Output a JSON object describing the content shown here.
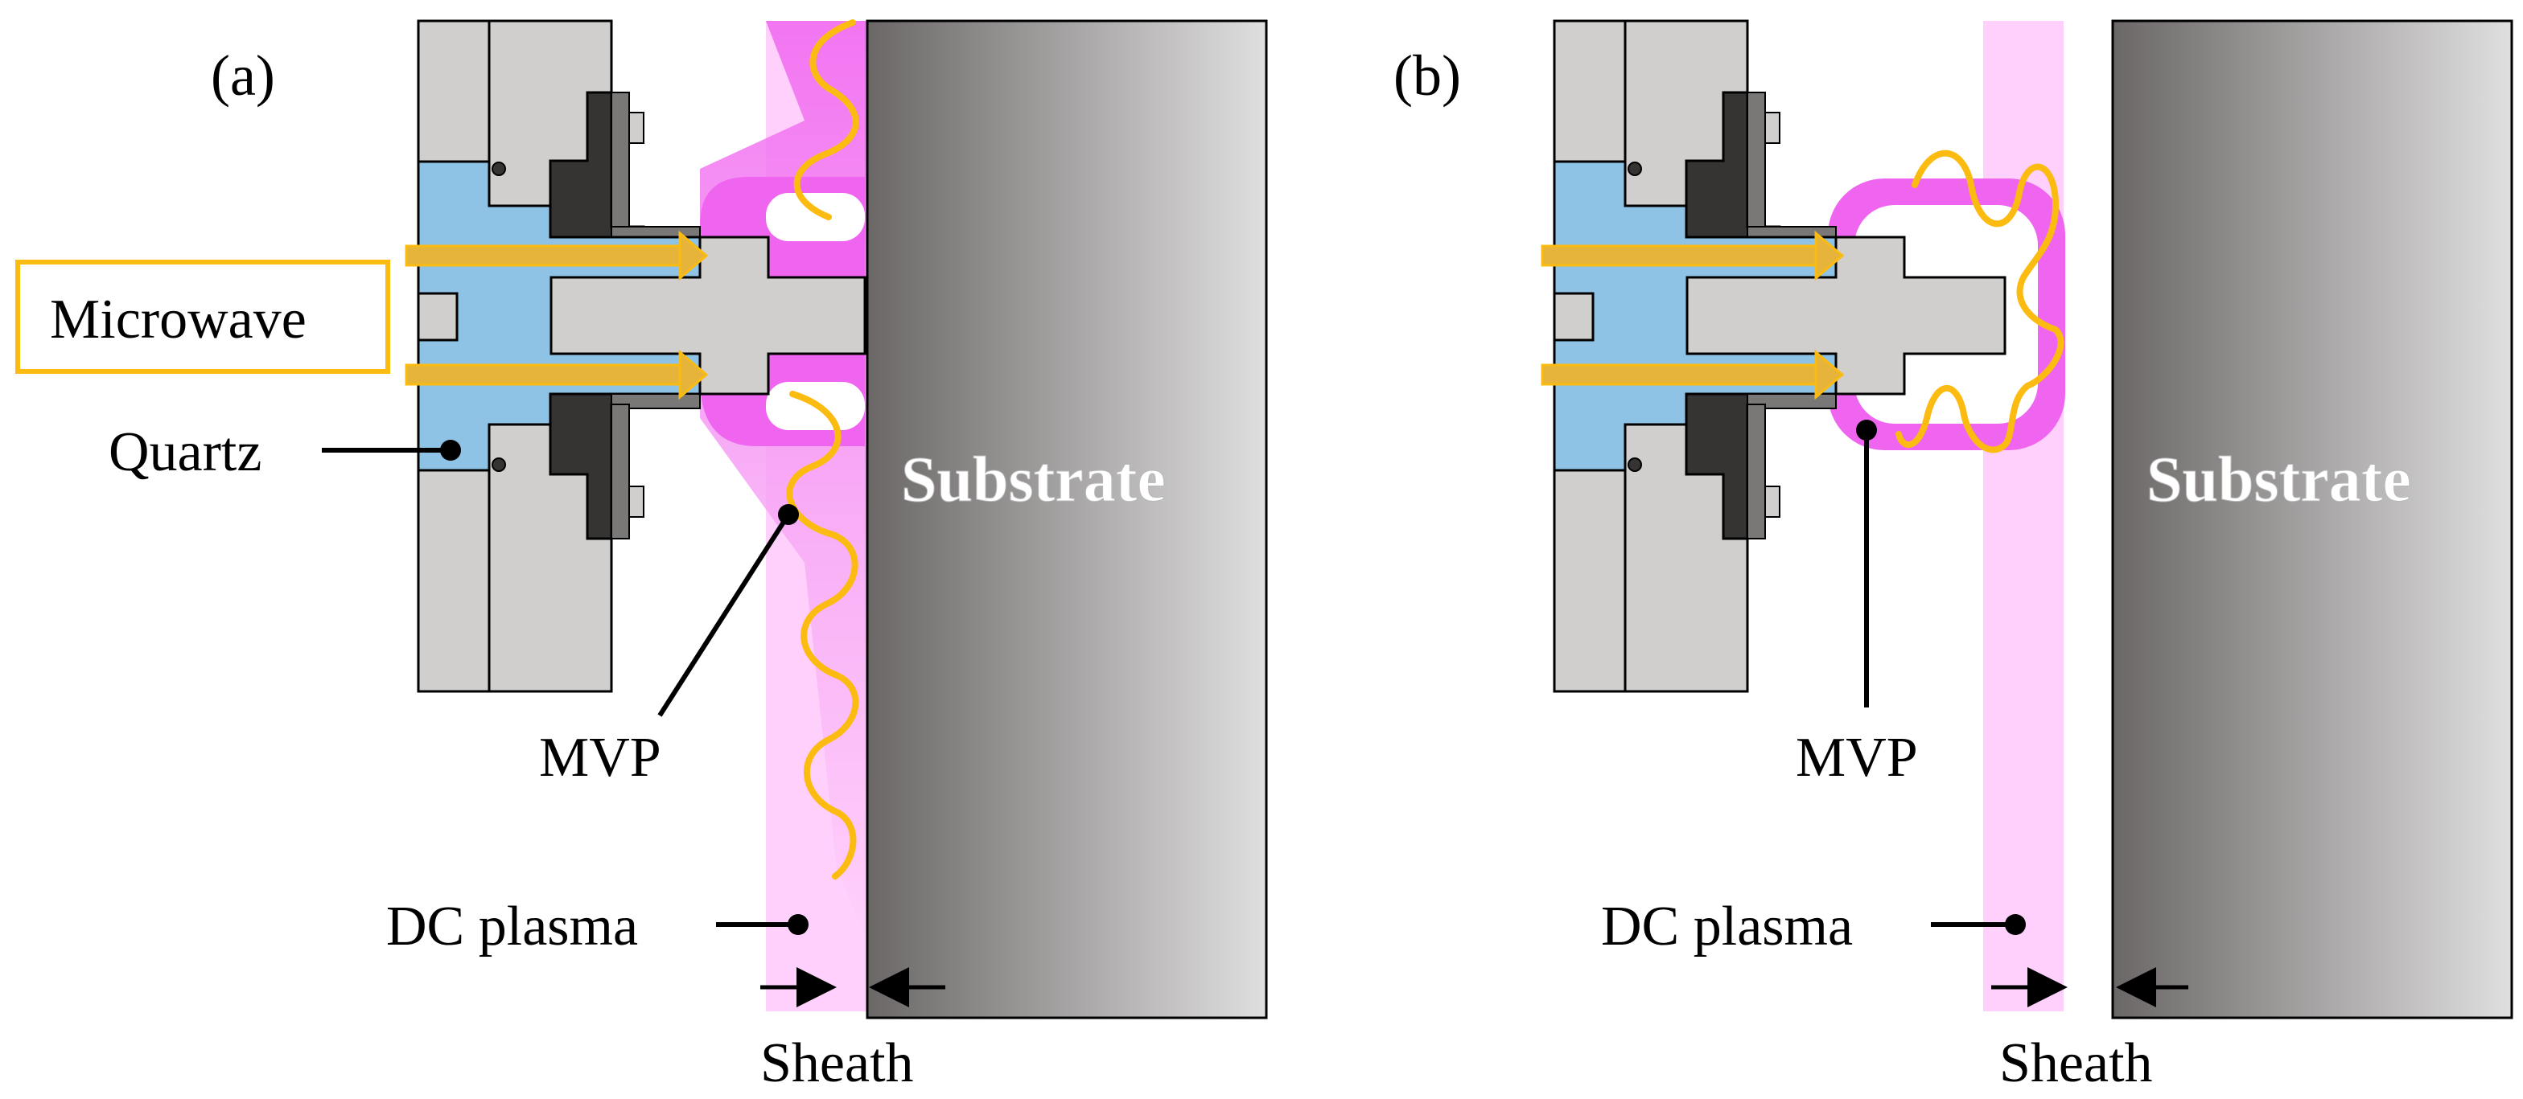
{
  "panels": [
    {
      "id": "a",
      "panel_label": "(a)",
      "substrate_label": "Substrate",
      "mvp_label": "MVP",
      "dc_plasma_label": "DC plasma",
      "sheath_label": "Sheath",
      "microwave_label": "Microwave",
      "quartz_label": "Quartz"
    },
    {
      "id": "b",
      "panel_label": "(b)",
      "substrate_label": "Substrate",
      "mvp_label": "MVP",
      "dc_plasma_label": "DC plasma",
      "sheath_label": "Sheath"
    }
  ],
  "colors": {
    "metal_light": "#d0cfce",
    "metal_dark": "#363433",
    "metal_mid": "#7a7877",
    "quartz": "#8ec3e6",
    "plasma_mvp": "#f065f0",
    "plasma_dc": "#ffd0fb",
    "microwave": "#e6b43a",
    "microwave_wave": "#fbbb10",
    "substrate_dark": "#6b6767",
    "substrate_light": "#e0dfdf",
    "outline": "#000000"
  }
}
